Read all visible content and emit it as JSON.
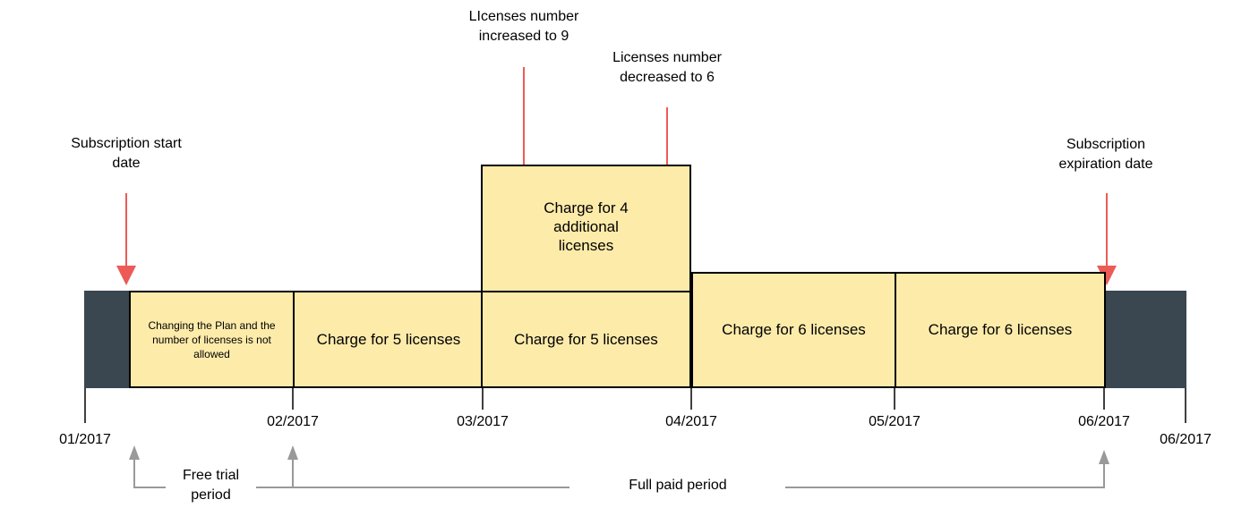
{
  "colors": {
    "box_fill": "#FDEBAA",
    "box_border": "#000000",
    "dark_segment": "#3A4650",
    "event_arrow": "#EC5B56",
    "period_arrow": "#999999"
  },
  "annotations": {
    "licenses_increased": "LIcenses number\nincreased to 9",
    "licenses_decreased": "Licenses number\ndecreased to 6",
    "subscription_start": "Subscription start\ndate",
    "subscription_expiration": "Subscription\nexpiration date"
  },
  "boxes": {
    "free_trial_note": "Changing the Plan and the\nnumber of licenses is not\nallowed",
    "feb_charge": "Charge for 5 licenses",
    "mar_additional": "Charge for 4\nadditional\nlicenses",
    "mar_charge": "Charge for 5 licenses",
    "apr_charge": "Charge for 6 licenses",
    "may_charge": "Charge for 6 licenses"
  },
  "ticks": {
    "t1": "01/2017",
    "t2": "02/2017",
    "t3": "03/2017",
    "t4": "04/2017",
    "t5": "05/2017",
    "t6": "06/2017",
    "t7": "06/2017"
  },
  "periods": {
    "free_trial": "Free trial\nperiod",
    "full_paid": "Full paid period"
  }
}
